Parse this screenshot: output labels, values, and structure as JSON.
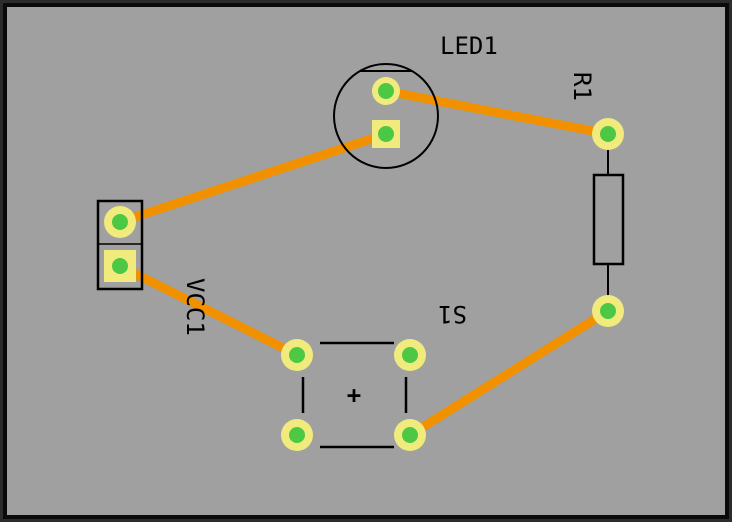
{
  "board": {
    "background_color": "#2c2c2c",
    "board_color": "#a0a0a0",
    "outline_color": "#0a0a0a",
    "trace_color": "#f29100",
    "pad_ring_color": "#f1eb7e",
    "pad_center_color": "#4dc845",
    "silkscreen_color": "#000000"
  },
  "components": {
    "led": {
      "designator": "LED1"
    },
    "resistor": {
      "designator": "R1"
    },
    "switch": {
      "designator": "S1",
      "symbol": "+"
    },
    "connector": {
      "designator": "VCC1"
    }
  }
}
